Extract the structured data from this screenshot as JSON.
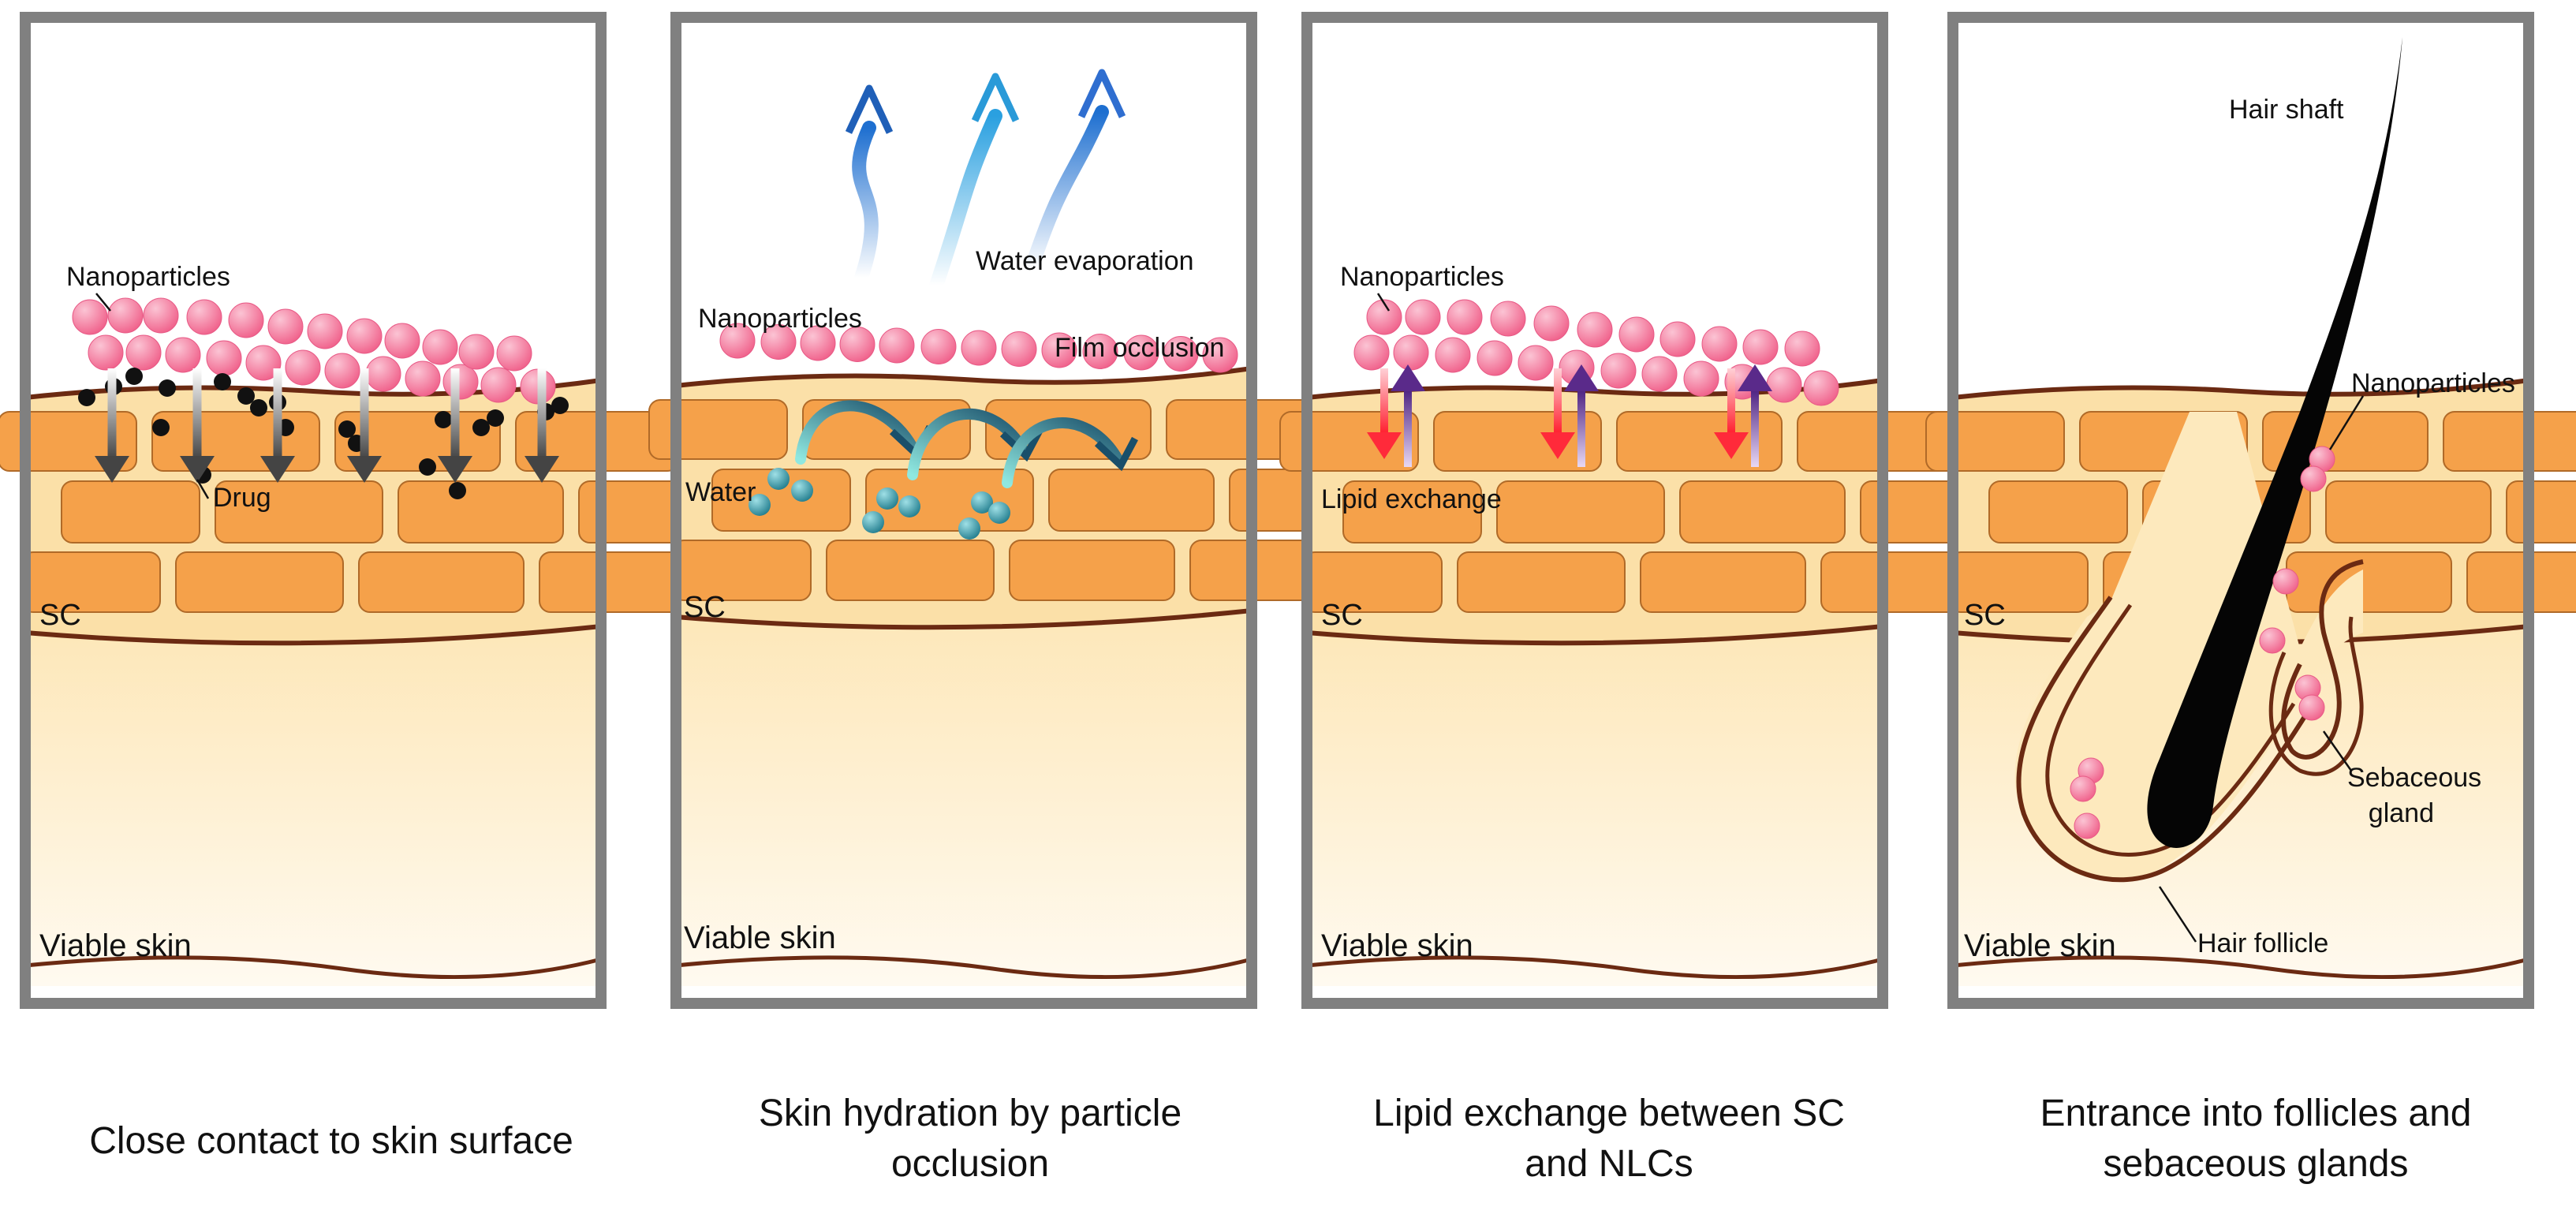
{
  "colors": {
    "frame": "#808080",
    "skin_light": "#fdf3de",
    "skin_layer": "#fbe0a8",
    "cell": "#f5a14a",
    "cell_edge": "#b06a28",
    "line": "#6b2a12",
    "particle": "#f0608a",
    "particle_light": "#fbc4d4",
    "drug": "#111111",
    "water": "#3aa0b0",
    "lipid_red": "#ff2a3a",
    "lipid_purple": "#5a2a8a",
    "evap_blue": "#1e7ad6",
    "hair": "#050505"
  },
  "panels": [
    {
      "id": "contact",
      "labels": {
        "nanoparticles": "Nanoparticles",
        "drug": "Drug",
        "sc": "SC",
        "viable": "Viable skin"
      },
      "caption": [
        "Close contact to skin surface"
      ]
    },
    {
      "id": "hydration",
      "labels": {
        "nanoparticles": "Nanoparticles",
        "water_evaporation": "Water evaporation",
        "film_occlusion": "Film occlusion",
        "water": "Water",
        "sc": "SC",
        "viable": "Viable skin"
      },
      "caption": [
        "Skin hydration by particle",
        "occlusion"
      ]
    },
    {
      "id": "lipid",
      "labels": {
        "nanoparticles": "Nanoparticles",
        "lipid_exchange": "Lipid exchange",
        "sc": "SC",
        "viable": "Viable skin"
      },
      "caption": [
        "Lipid exchange between SC",
        "and NLCs"
      ]
    },
    {
      "id": "follicle",
      "labels": {
        "hair_shaft": "Hair shaft",
        "nanoparticles": "Nanoparticles",
        "sebaceous_1": "Sebaceous",
        "sebaceous_2": "gland",
        "hair_follicle": "Hair follicle",
        "sc": "SC",
        "viable": "Viable skin"
      },
      "caption": [
        "Entrance into follicles and",
        "sebaceous glands"
      ]
    }
  ]
}
